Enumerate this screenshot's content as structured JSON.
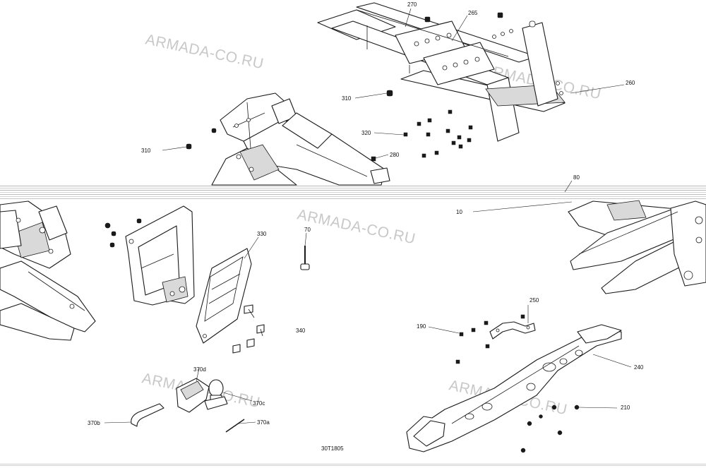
{
  "callouts": {
    "c270": "270",
    "c265": "265",
    "c260": "260",
    "c310a": "310",
    "c310b": "310",
    "c320": "320",
    "c280": "280",
    "c80": "80",
    "c10": "10",
    "c70": "70",
    "c330": "330",
    "c340": "340",
    "c250": "250",
    "c190": "190",
    "c240": "240",
    "c210": "210",
    "c370d": "370d",
    "c370c": "370c",
    "c370a": "370a",
    "c370b": "370b"
  },
  "watermarks": {
    "w1": "ARMADA-CO.RU",
    "w2": "ARMADA-CO.RU",
    "w3": "ARMADA-CO.RU",
    "w4": "ARMADA-CO.RU",
    "w5": "ARMADA-CO.RU"
  },
  "drawing_code": "30T1805",
  "colors": {
    "line": "#1a1a1a",
    "watermark": "#c8c8c8",
    "background": "#ffffff"
  }
}
